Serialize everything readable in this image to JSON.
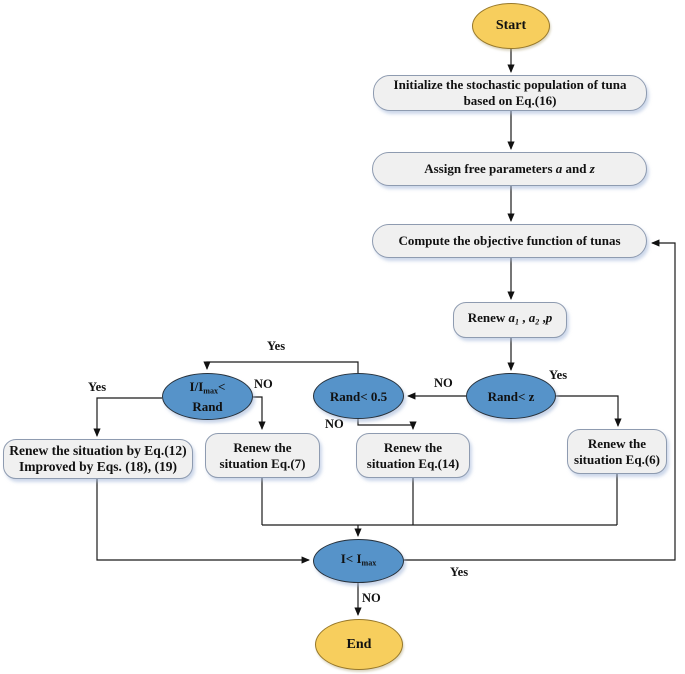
{
  "flowchart": {
    "nodes": {
      "start": {
        "label": "Start"
      },
      "init": {
        "line1": "Initialize the stochastic population of tuna",
        "line2": "based on Eq.(16)"
      },
      "assign": {
        "p0": "Assign free parameters ",
        "p1": "a",
        "p2": " and ",
        "p3": "z"
      },
      "compute": {
        "label": "Compute the objective function of tunas"
      },
      "renew_params": {
        "p0": "Renew ",
        "p1": "a",
        "p1sub": "1",
        "p2": " , ",
        "p3": "a",
        "p3sub": "2",
        "p4": " ,",
        "p5": "p"
      },
      "rand_z": {
        "label": "Rand< z"
      },
      "rand_05": {
        "label": "Rand< 0.5"
      },
      "i_imax_rand": {
        "l1a": "I/I",
        "l1sub": "max",
        "l1b": "<",
        "line2": "Rand"
      },
      "eq6": {
        "line1": "Renew the",
        "line2": "situation Eq.(6)"
      },
      "eq14": {
        "line1": "Renew the",
        "line2": "situation Eq.(14)"
      },
      "eq7": {
        "line1": "Renew the",
        "line2": "situation Eq.(7)"
      },
      "eq12": {
        "line1": "Renew the situation by Eq.(12)",
        "line2": "Improved by Eqs. (18), (19)"
      },
      "i_imax": {
        "a": "I< I",
        "sub": "max"
      },
      "end": {
        "label": "End"
      }
    },
    "edge_labels": {
      "randz_yes": "Yes",
      "randz_no": "NO",
      "rand05_yes": "Yes",
      "rand05_no": "NO",
      "iimaxrand_yes": "Yes",
      "iimaxrand_no": "NO",
      "loop_yes": "Yes",
      "end_no": "NO"
    },
    "colors": {
      "terminal_fill": "#f7ce5d",
      "decision_fill": "#5693c9",
      "process_fill": "#f0f0f0",
      "process_border": "#8e9bb0",
      "line": "#1a1a1a"
    }
  }
}
